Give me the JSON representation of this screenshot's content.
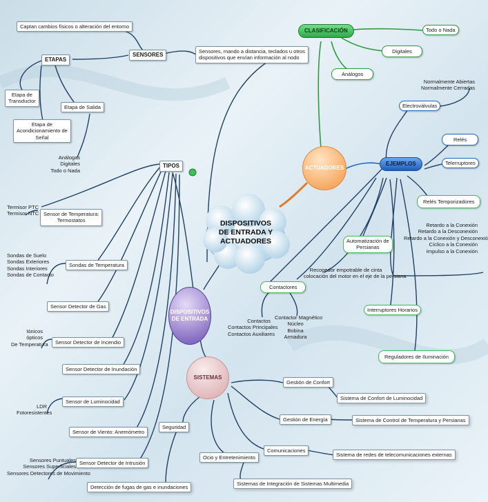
{
  "colors": {
    "purple": "#7b5fb8",
    "orange": "#f4a25a",
    "pink": "#dcaeb1",
    "blue": "#2b6fc2",
    "green": "#3fbd5a",
    "line_dark": "#1f3f66",
    "line_green": "#2f9a3e",
    "line_blue": "#1f68c0",
    "line_orange": "#e07a2c"
  },
  "center": {
    "label": "DISPOSITIVOS DE ENTRADA Y ACTUADORES"
  },
  "entrada": {
    "label": "DISPOSITIVOS DE ENTRADA"
  },
  "actuadores": {
    "label": "ACTUADORES"
  },
  "sistemas": {
    "label": "SISTEMAS"
  },
  "sensores": {
    "label": "SENSORES",
    "captan": "Captan cambios físicos o alteración del entorno",
    "desc": [
      "Sensores, mando a distancia, teclados u otros",
      "dispositivos que envían información al nodo"
    ]
  },
  "etapas": {
    "label": "ETAPAS",
    "transductor": [
      "Etapa de",
      "Transductor"
    ],
    "salida": "Etapa de Salida",
    "acondicionamiento": [
      "Etapa de",
      "Acondicionamiento de",
      "Señal"
    ],
    "tipos_salida": [
      "Análogas",
      "Digitales",
      "Todo o Nada"
    ]
  },
  "tipos": {
    "label": "TIPOS",
    "temperatura_termostatos": {
      "label": [
        "Sensor de Temperatura:",
        "Termostatos"
      ],
      "notes": [
        "Termisor PTC",
        "Termisor NTC"
      ]
    },
    "sondas": {
      "label": "Sondas de Temperatura",
      "notes": [
        "Sondas de Suelo",
        "Sondas Exteriores",
        "Sondas Interiores",
        "Sondas de Contacto"
      ]
    },
    "gas": {
      "label": "Sensor Detector de Gas"
    },
    "incendio": {
      "label": "Sensor Detector de Incendio",
      "notes": [
        "Iónicos",
        "ópticos",
        "De Temperatura"
      ]
    },
    "inundacion": {
      "label": "Sensor Detector de Inundación"
    },
    "luminosidad": {
      "label": "Sensor de Luminocidad",
      "notes": [
        "LDR",
        "Fotoresistentes"
      ]
    },
    "viento": {
      "label": "Sensor de Viento: Anemómetro"
    },
    "intrusion": {
      "label": "Sensor Detector de Intrusión",
      "notes": [
        "Sensores Puntuales",
        "Sensores Superficiales",
        "Sensores Detectores de Movimiento"
      ]
    }
  },
  "clasificacion": {
    "label": "CLASIFICACIÓN",
    "todo_nada": "Todo o Nada",
    "digitales": "Digitales",
    "analogos": "Análogos"
  },
  "ejemplos": {
    "label": "EJEMPLOS",
    "electrovalvulas": "Electroválvulas",
    "normalmente": [
      "Normalmente Abiertas",
      "Normalmente Cerradas"
    ],
    "reles": "Relés",
    "telerruptores": "Telerruptores",
    "reles_temp": "Relés Temporizadores",
    "reles_temp_list": [
      "Retardo a la Conexión",
      "Retardo a la Desconexión",
      "Retardo a la Conexión y Desconexión",
      "Cíclico a la Conexión",
      "Impulso a la Conexión"
    ],
    "persianas": [
      "Automatización de",
      "Persianas"
    ],
    "recogedor": [
      "Recogedor empotrable de cinta",
      "colocación del motor en el eje de la persiana"
    ],
    "contactores": "Contactores",
    "contactores_list": [
      "Contactos",
      "Contactos Principales",
      "Contactos Auxiliares"
    ],
    "magnetico": [
      "Contactor Magnético",
      "Núcleo",
      "Bobina",
      "Armadura"
    ],
    "interruptores": "Interruptores Horarios",
    "reguladores": "Reguladores de Iluminación"
  },
  "sistemas_items": {
    "confort": "Gestión de Confort",
    "confort_sys": "Sistema de Confort de Luminocidad",
    "energia": "Gestión de Energía",
    "energia_sys": "Sistema de Control de Temperatura y Persianas",
    "comunicaciones": "Comunicaciones",
    "comunicaciones_sys": "Sistema de redes de telecomunicaciones externas",
    "ocio": "Ocio y Entretenimiento",
    "ocio_sys": "Sistemas de Integración de Sistemas Multimedia",
    "seguridad": "Seguridad",
    "seguridad_sys": "Detección de fugas de gas e inundaciones"
  }
}
